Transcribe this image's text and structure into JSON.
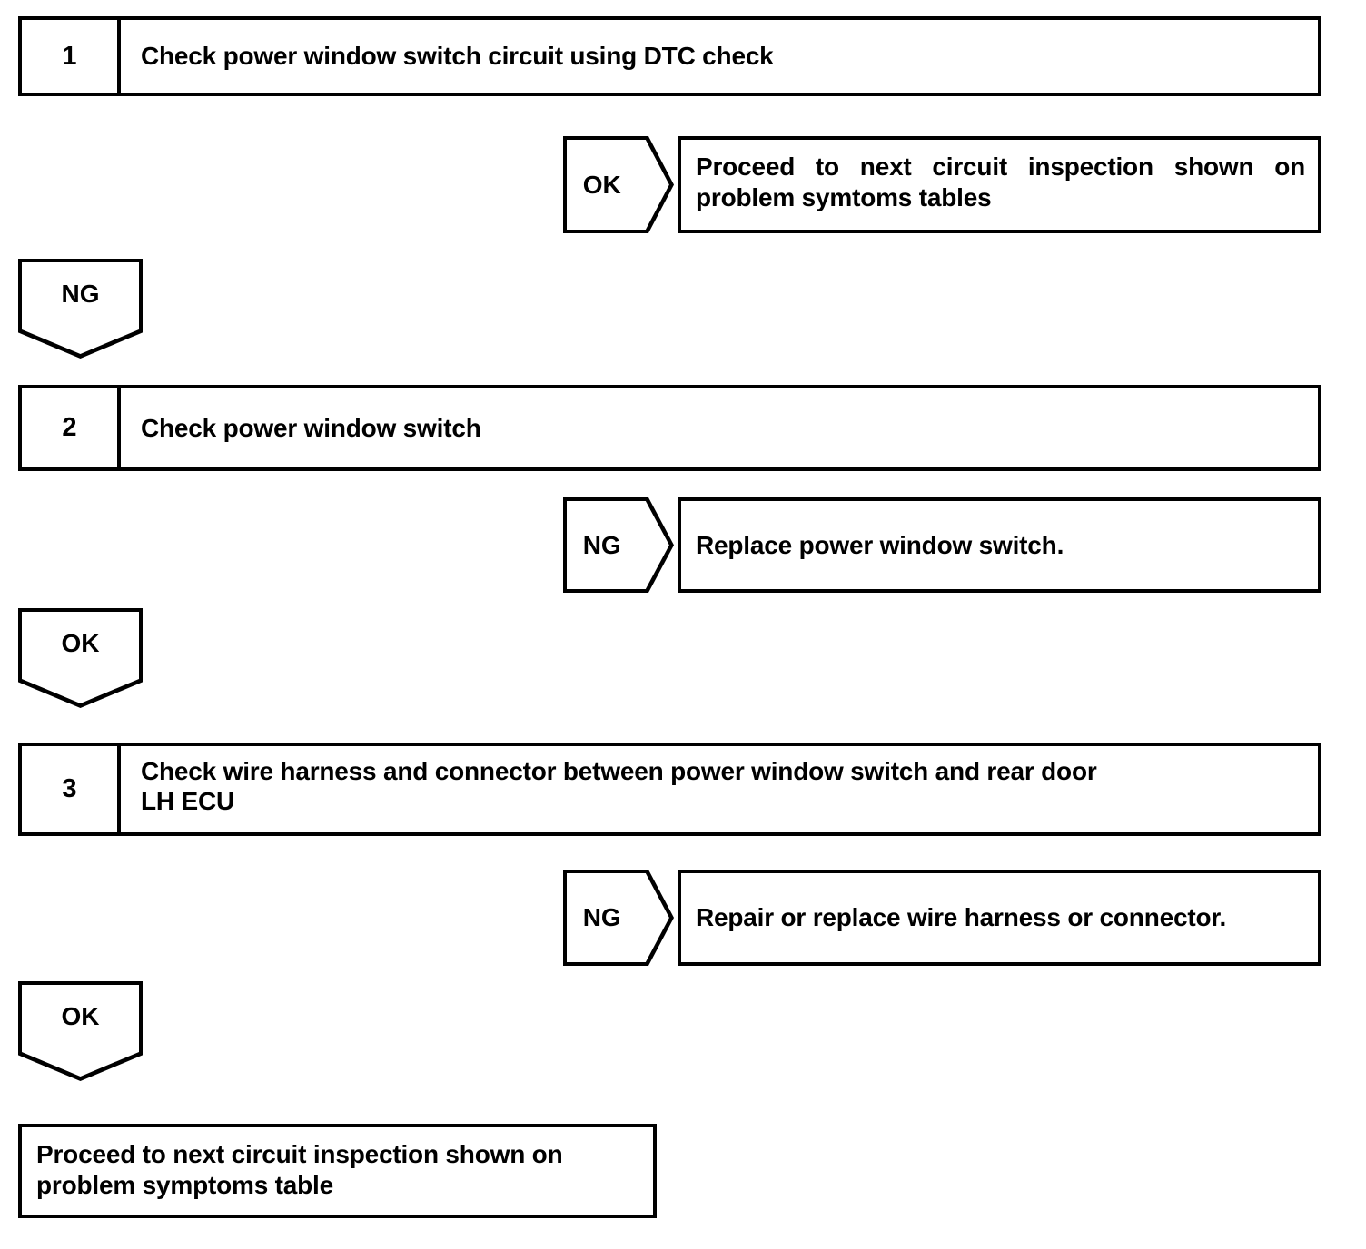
{
  "diagram": {
    "type": "troubleshooting-flowchart",
    "steps": [
      {
        "number": "1",
        "text": "Check power window switch circuit using DTC check"
      },
      {
        "number": "2",
        "text": "Check power window switch"
      },
      {
        "number": "3",
        "line1": "Check wire harness and connector between power window switch and rear door",
        "line2": "LH ECU"
      }
    ],
    "branches": [
      {
        "label": "OK",
        "direction": "right",
        "from_step": "1",
        "result_line1": "Proceed to next circuit inspection shown on",
        "result_line2": "problem symtoms tables"
      },
      {
        "label": "NG",
        "direction": "down",
        "from_step": "1",
        "to_step": "2"
      },
      {
        "label": "NG",
        "direction": "right",
        "from_step": "2",
        "result_line1": "Replace power window switch."
      },
      {
        "label": "OK",
        "direction": "down",
        "from_step": "2",
        "to_step": "3"
      },
      {
        "label": "NG",
        "direction": "right",
        "from_step": "3",
        "result_line1": "Repair or replace wire harness or connector."
      },
      {
        "label": "OK",
        "direction": "down",
        "from_step": "3",
        "to_step": "final"
      }
    ],
    "final": {
      "line1": "Proceed to next circuit inspection shown on",
      "line2": "problem symptoms table"
    },
    "colors": {
      "ink": "#000000",
      "paper": "#ffffff"
    }
  }
}
